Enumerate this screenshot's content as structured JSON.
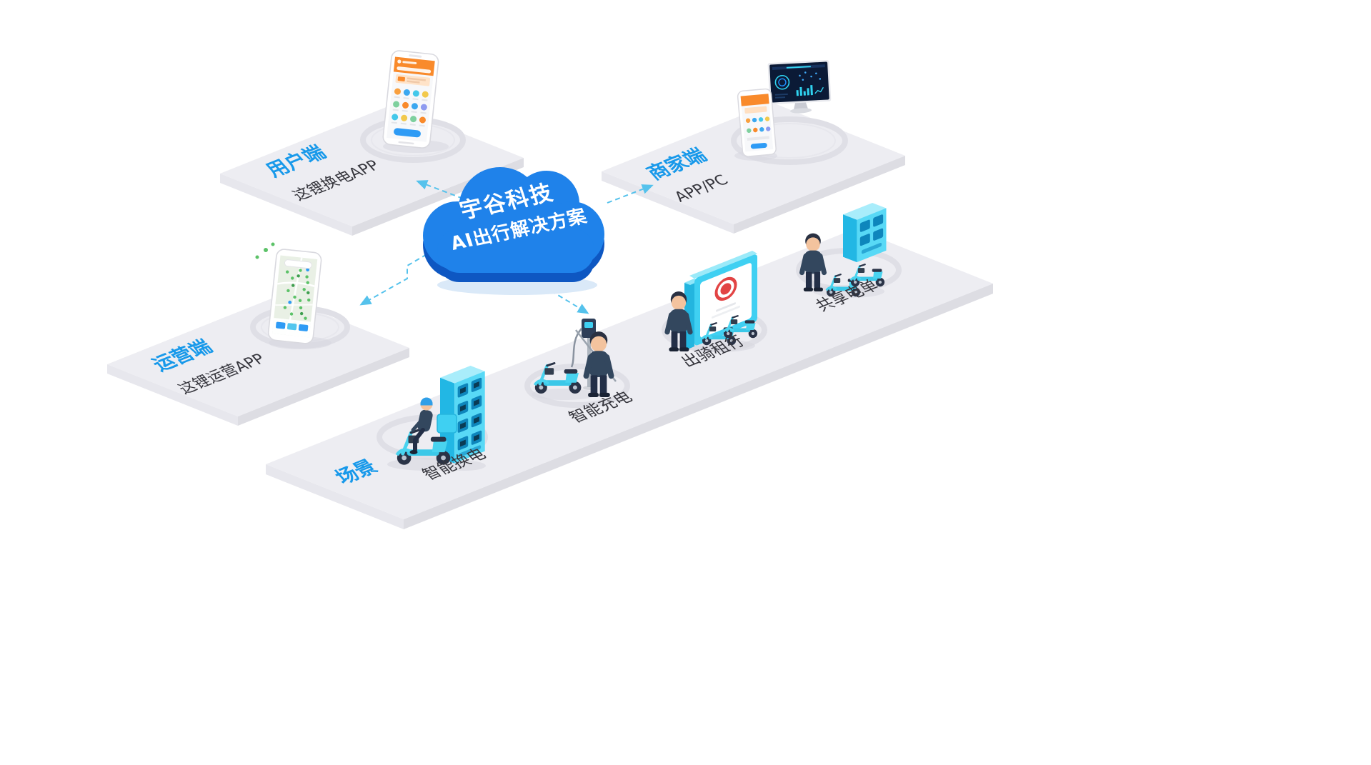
{
  "diagram": {
    "cloud": {
      "line1": "宇谷科技",
      "line2": "AI出行解决方案"
    },
    "platforms": {
      "user": {
        "title": "用户端",
        "subtitle": "这锂换电APP"
      },
      "merchant": {
        "title": "商家端",
        "subtitle": "APP/PC"
      },
      "operator": {
        "title": "运营端",
        "subtitle": "这锂运营APP"
      },
      "scene": {
        "title": "场景"
      }
    },
    "scenes": [
      {
        "label": "智能换电"
      },
      {
        "label": "智能充电"
      },
      {
        "label": "出骑租行"
      },
      {
        "label": "共享电单"
      }
    ],
    "colors": {
      "label_blue": "#1899EA",
      "text_dark": "#36363D",
      "cloud_blue": "#1F82EA",
      "cloud_dark": "#0E57C2",
      "arrow_blue": "#55C2EC",
      "device_cyan": "#3FD0F2",
      "badge_red": "#E24444",
      "platform_gray": "#ECECF1",
      "app_orange": "#F98A2B"
    }
  }
}
